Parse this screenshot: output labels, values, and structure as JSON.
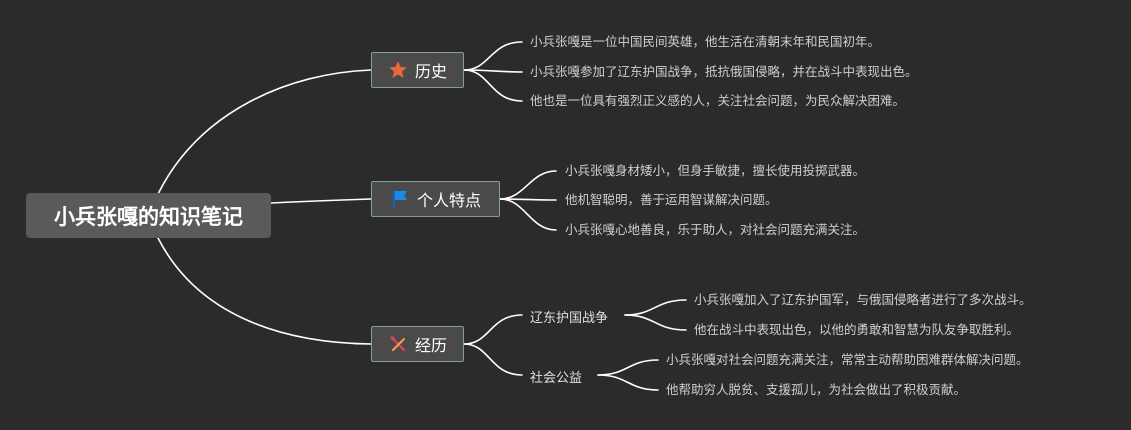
{
  "root": {
    "title": "小兵张嘎的知识笔记"
  },
  "branches": [
    {
      "label": "历史",
      "icon": "star-icon",
      "icon_color": "#e8673b",
      "leaves": [
        "小兵张嘎是一位中国民间英雄，他生活在清朝末年和民国初年。",
        "小兵张嘎参加了辽东护国战争，抵抗俄国侵略，并在战斗中表现出色。",
        "他也是一位具有强烈正义感的人，关注社会问题，为民众解决困难。"
      ]
    },
    {
      "label": "个人特点",
      "icon": "flag-icon",
      "icon_color": "#1e88e5",
      "leaves": [
        "小兵张嘎身材矮小，但身手敏捷，擅长使用投掷武器。",
        "他机智聪明，善于运用智谋解决问题。",
        "小兵张嘎心地善良，乐于助人，对社会问题充满关注。"
      ]
    },
    {
      "label": "经历",
      "icon": "crossed-tools-icon",
      "icon_color": "#d3455b",
      "subtopics": [
        {
          "label": "辽东护国战争",
          "leaves": [
            "小兵张嘎加入了辽东护国军，与俄国侵略者进行了多次战斗。",
            "他在战斗中表现出色，以他的勇敢和智慧为队友争取胜利。"
          ]
        },
        {
          "label": "社会公益",
          "leaves": [
            "小兵张嘎对社会问题充满关注，常常主动帮助困难群体解决问题。",
            "他帮助穷人脱贫、支援孤儿，为社会做出了积极贡献。"
          ]
        }
      ]
    }
  ]
}
